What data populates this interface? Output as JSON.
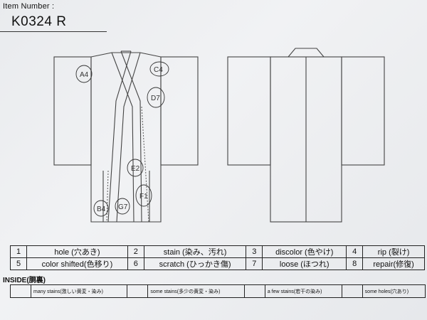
{
  "header": {
    "item_number_label": "Item Number :",
    "item_number_value": "K0324   R"
  },
  "front_marks": [
    "A4",
    "C4",
    "D7",
    "E2",
    "F1",
    "B4",
    "G7"
  ],
  "legend": [
    [
      {
        "num": "1",
        "label": "hole (穴あき)"
      },
      {
        "num": "2",
        "label": "stain (染み、汚れ)"
      },
      {
        "num": "3",
        "label": "discolor (色やけ)"
      },
      {
        "num": "4",
        "label": "rip (裂け)"
      }
    ],
    [
      {
        "num": "5",
        "label": "color shifted(色移り)"
      },
      {
        "num": "6",
        "label": "scratch (ひっかき傷)"
      },
      {
        "num": "7",
        "label": "loose (ほつれ)"
      },
      {
        "num": "8",
        "label": "repair(修復)"
      }
    ]
  ],
  "inside": {
    "title": "INSIDE(胴裏)",
    "items": [
      "many stains(激しい黄変・染み)",
      "some stains(多少の黄変・染み)",
      "a few stains(若干の染み)",
      "some holes(穴あり)"
    ]
  }
}
